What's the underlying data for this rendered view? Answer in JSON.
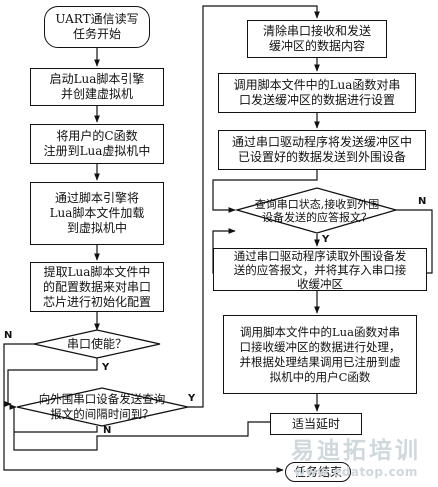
{
  "flowchart": {
    "start": "UART通信读写\n任务开始",
    "step_init_engine": "启动Lua脚本引擎\n并创建虚拟机",
    "step_register_c": "将用户的C函数\n注册到Lua虚拟机中",
    "step_load_script": "通过脚本引擎将\nLua脚本文件加载\n到虚拟机中",
    "step_init_config": "提取Lua脚本文件中\n的配置数据来对串口\n芯片进行初始化配置",
    "decision_serial_enabled": "串口使能？",
    "decision_poll_interval": "向外围串口设备发送查询\n报文的间隔时间到？",
    "step_clear_buffers": "清除串口接收和发送\n缓冲区的数据内容",
    "step_set_tx_buffer": "调用脚本文件中的Lua函数对串\n口发送缓冲区的数据进行设置",
    "step_send_data": "通过串口驱动程序将发送缓冲区中\n已设置好的数据发送到外围设备",
    "decision_reply_received": "查询串口状态,接收到外围\n设备发送的应答报文？",
    "step_read_reply": "通过串口驱动程序读取外围设备发\n送的应答报文，并将其存入串口接\n收缓冲区",
    "step_process_data": "调用脚本文件中的Lua函数对串\n口接收缓冲区的数据进行处理，\n并根据处理结果调用已注册到虚\n拟机中的用户C函数",
    "step_delay": "适当延时",
    "end": "任务结束"
  },
  "labels": {
    "yes": "Y",
    "no": "N"
  },
  "watermark": {
    "text": "易迪拓培训",
    "url": "www.edatop.com"
  }
}
